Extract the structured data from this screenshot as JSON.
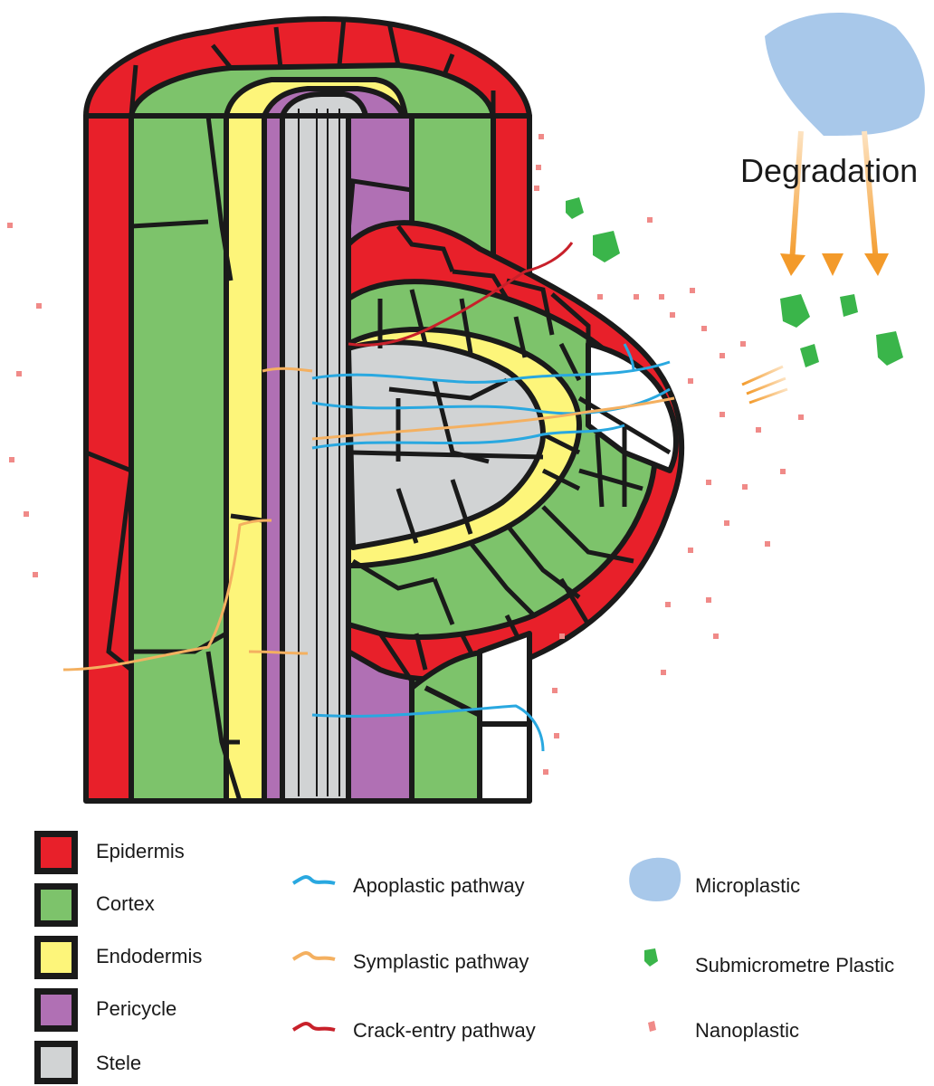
{
  "annotation": {
    "degradation": "Degradation"
  },
  "colors": {
    "epidermis": "#e8202a",
    "cortex": "#7dc36b",
    "endodermis": "#fdf57a",
    "pericycle": "#b070b4",
    "stele": "#d1d3d4",
    "apoplastic": "#29a8e0",
    "symplastic": "#f4b060",
    "crack": "#c8202a",
    "microplastic": "#a8c8ea",
    "submicrometre": "#3ab54a",
    "nanoplastic": "#f08a88",
    "outline": "#1a1a1a"
  },
  "legend_tissues": [
    {
      "label": "Epidermis",
      "color_key": "epidermis"
    },
    {
      "label": "Cortex",
      "color_key": "cortex"
    },
    {
      "label": "Endodermis",
      "color_key": "endodermis"
    },
    {
      "label": "Pericycle",
      "color_key": "pericycle"
    },
    {
      "label": "Stele",
      "color_key": "stele"
    }
  ],
  "legend_pathways": [
    {
      "label": "Apoplastic pathway",
      "color_key": "apoplastic"
    },
    {
      "label": "Symplastic pathway",
      "color_key": "symplastic"
    },
    {
      "label": "Crack-entry pathway",
      "color_key": "crack"
    }
  ],
  "legend_plastics": [
    {
      "label": "Microplastic",
      "icon": "microplastic-blob-icon"
    },
    {
      "label": "Submicrometre Plastic",
      "icon": "submicrometre-particle-icon"
    },
    {
      "label": "Nanoplastic",
      "icon": "nanoplastic-dot-icon"
    }
  ]
}
